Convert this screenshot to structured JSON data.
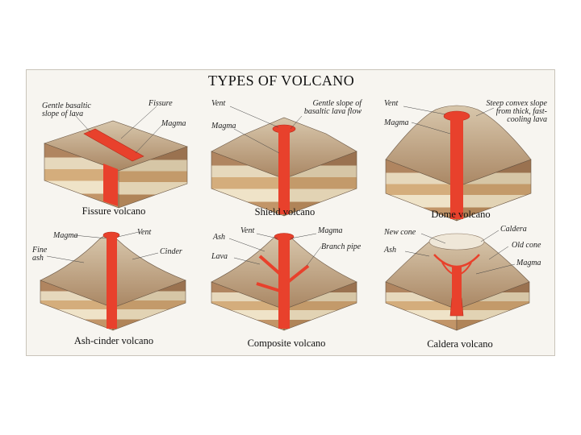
{
  "title": "TYPES OF VOLCANO",
  "colors": {
    "magma": "#e8412c",
    "magma_dark": "#b82a1a",
    "rock_top": "#c9b49a",
    "strata": [
      "#b98e65",
      "#e9dcc0",
      "#d9b78a",
      "#f0e6cf",
      "#c99f72"
    ]
  },
  "panels": [
    {
      "caption": "Fissure volcano",
      "labels": {
        "gentle": "Gentle basaltic slope of lava",
        "fissure": "Fissure",
        "magma": "Magma"
      }
    },
    {
      "caption": "Shield volcano",
      "labels": {
        "vent": "Vent",
        "magma": "Magma",
        "gentle": "Gentle slope of basaltic lava flow"
      }
    },
    {
      "caption": "Dome volcano",
      "labels": {
        "vent": "Vent",
        "magma": "Magma",
        "steep": "Steep convex slope from thick, fast-cooling lava"
      }
    },
    {
      "caption": "Ash-cinder volcano",
      "labels": {
        "magma": "Magma",
        "vent": "Vent",
        "fine_ash": "Fine ash",
        "cinder": "Cinder"
      }
    },
    {
      "caption": "Composite volcano",
      "labels": {
        "ash": "Ash",
        "vent": "Vent",
        "magma": "Magma",
        "lava": "Lava",
        "branch_pipe": "Branch pipe"
      }
    },
    {
      "caption": "Caldera volcano",
      "labels": {
        "new_cone": "New cone",
        "caldera": "Caldera",
        "ash": "Ash",
        "old_cone": "Old cone",
        "magma": "Magma"
      }
    }
  ]
}
